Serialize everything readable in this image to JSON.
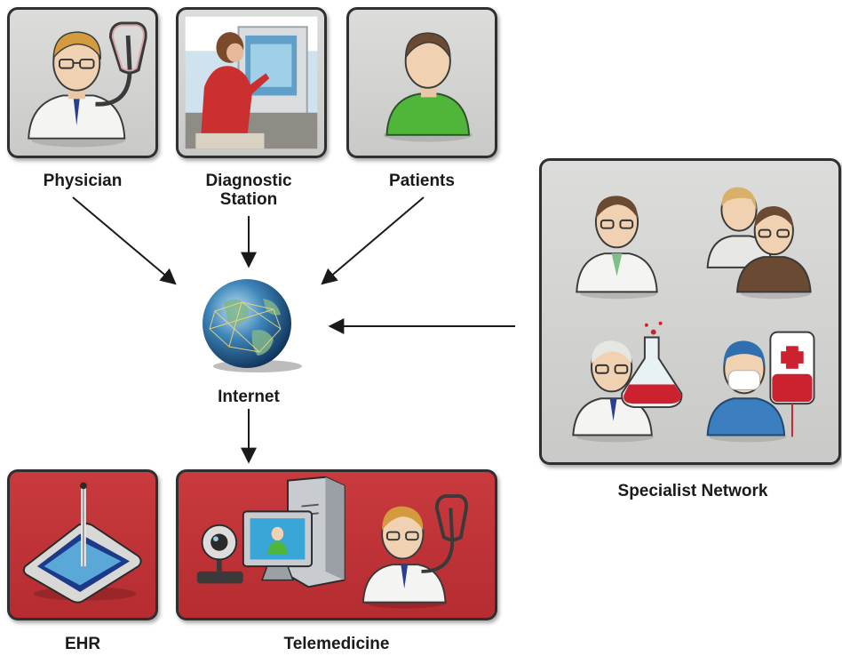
{
  "nodes": {
    "physician": {
      "label": "Physician"
    },
    "diagnostic_station": {
      "label": "Diagnostic\nStation"
    },
    "patients": {
      "label": "Patients"
    },
    "internet": {
      "label": "Internet"
    },
    "specialist_network": {
      "label": "Specialist Network"
    },
    "ehr": {
      "label": "EHR"
    },
    "telemedicine": {
      "label": "Telemedicine"
    }
  },
  "edges": [
    {
      "from": "physician",
      "to": "internet"
    },
    {
      "from": "diagnostic_station",
      "to": "internet"
    },
    {
      "from": "patients",
      "to": "internet"
    },
    {
      "from": "specialist_network",
      "to": "internet"
    },
    {
      "from": "internet",
      "to": "ehr_telemedicine"
    }
  ],
  "icons": {
    "physician": "doctor-with-stethoscope-icon",
    "diagnostic_station": "person-at-kiosk-photo",
    "patients": "patient-avatar-icon",
    "internet": "globe-icon",
    "specialist_network": [
      "doctor-icon",
      "doctor-pair-icon",
      "lab-doctor-flask-icon",
      "surgeon-blood-bag-icon"
    ],
    "ehr": "tablet-stylus-icon",
    "telemedicine": [
      "webcam-icon",
      "computer-icon",
      "doctor-with-stethoscope-icon"
    ]
  },
  "colors": {
    "gray_tile": "#d3d4d2",
    "red_tile": "#bd3237",
    "tile_border": "#2f2f2f",
    "arrow": "#1a1a1a"
  }
}
